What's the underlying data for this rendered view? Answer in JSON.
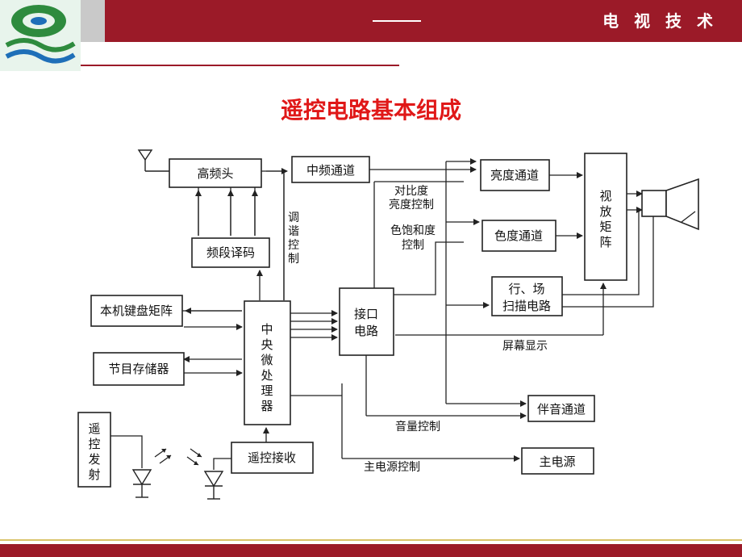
{
  "header": {
    "text": "电 视 技 术"
  },
  "title": "遥控电路基本组成",
  "blocks": {
    "gaopintou": "高频头",
    "zhongpin": "中频通道",
    "pinduan": "频段译码",
    "liangdu": "亮度通道",
    "sedu": "色度通道",
    "hangchang_1": "行、场",
    "hangchang_2": "扫描电路",
    "shifang": [
      "视",
      "放",
      "矩",
      "阵"
    ],
    "jianpan": "本机键盘矩阵",
    "jiemu": "节目存储器",
    "cpu": [
      "中",
      "央",
      "微",
      "处",
      "理",
      "器"
    ],
    "jiekou_1": "接口",
    "jiekou_2": "电路",
    "banyin": "伴音通道",
    "zhudianyuan": "主电源",
    "yaokong_rx": "遥控接收",
    "yaokong_tx": [
      "遥",
      "控",
      "发",
      "射"
    ]
  },
  "labels": {
    "tiaoxie": [
      "调",
      "谐",
      "控",
      "制"
    ],
    "duibi_1": "对比度",
    "duibi_2": "亮度控制",
    "sebao_1": "色饱和度",
    "sebao_2": "控制",
    "pingmu": "屏幕显示",
    "yinliang": "音量控制",
    "zhudianyuan_ctrl": "主电源控制"
  }
}
